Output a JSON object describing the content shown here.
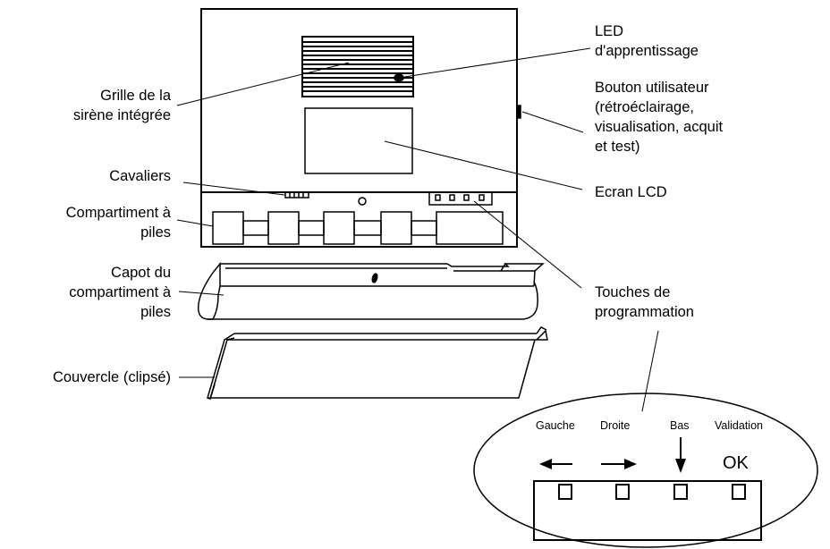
{
  "labels": {
    "led": [
      "LED",
      "d'apprentissage"
    ],
    "bouton": [
      "Bouton utilisateur",
      "(rétroéclairage,",
      "visualisation, acquit",
      "et test)"
    ],
    "ecran": "Ecran LCD",
    "grille": [
      "Grille de la",
      "sirène intégrée"
    ],
    "cavaliers": "Cavaliers",
    "compartiment": [
      "Compartiment à",
      "piles"
    ],
    "capot": [
      "Capot du",
      "compartiment à",
      "piles"
    ],
    "couvercle": "Couvercle  (clipsé)",
    "touches": [
      "Touches de",
      "programmation"
    ]
  },
  "zoom": {
    "gauche": "Gauche",
    "droite": "Droite",
    "bas": "Bas",
    "validation": "Validation",
    "ok": "OK"
  }
}
